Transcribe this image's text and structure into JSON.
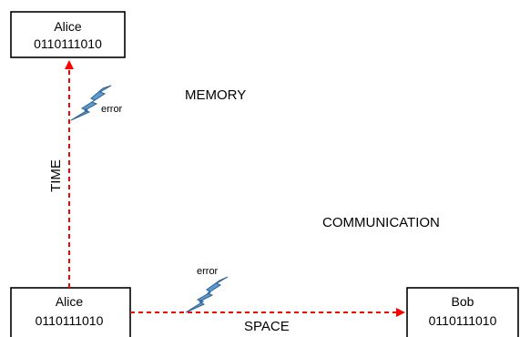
{
  "nodes": {
    "alice_top": {
      "name": "Alice",
      "bits": "0110111010"
    },
    "alice_bottom": {
      "name": "Alice",
      "bits": "0110111010"
    },
    "bob": {
      "name": "Bob",
      "bits": "0110111010"
    }
  },
  "labels": {
    "memory": "MEMORY",
    "communication": "COMMUNICATION",
    "time": "TIME",
    "space": "SPACE"
  },
  "errors": {
    "vertical": "error",
    "horizontal": "error"
  },
  "colors": {
    "arrow": "#ff0000",
    "bolt_fill": "#5b9bd5",
    "bolt_stroke": "#2e5f8f",
    "box_stroke": "#000000"
  },
  "icons": {
    "error_symbol": "lightning-bolt-icon"
  }
}
